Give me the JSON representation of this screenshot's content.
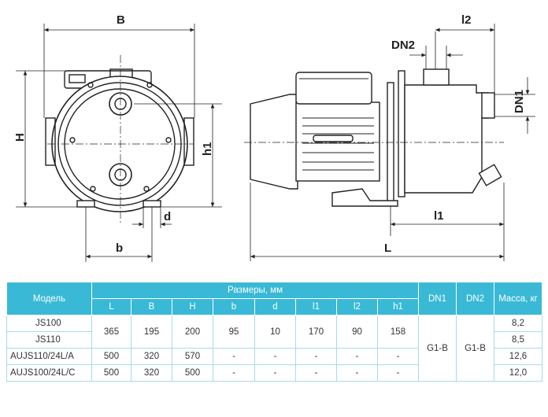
{
  "drawing": {
    "labels": {
      "B": "B",
      "H": "H",
      "h1": "h1",
      "d": "d",
      "b": "b",
      "DN2": "DN2",
      "l2": "l2",
      "DN1": "DN1",
      "l1": "l1",
      "L": "L"
    }
  },
  "table": {
    "model_header": "Модель",
    "dims_header": "Размеры, мм",
    "mass_header": "Масса, кг",
    "columns": [
      "L",
      "B",
      "H",
      "b",
      "d",
      "l1",
      "l2",
      "h1",
      "DN1",
      "DN2"
    ],
    "rows": [
      {
        "model": "JS100",
        "mass": "8,2"
      },
      {
        "model": "JS110",
        "mass": "8,5"
      },
      {
        "model": "AUJS110/24L/A",
        "mass": "12,6"
      },
      {
        "model": "AUJS100/24L/C",
        "mass": "12,0"
      }
    ],
    "js_values": [
      "365",
      "195",
      "200",
      "95",
      "10",
      "170",
      "90",
      "158"
    ],
    "a_values": [
      "500",
      "320",
      "570",
      "-",
      "-",
      "-",
      "-",
      "-"
    ],
    "c_values": [
      "500",
      "320",
      "500",
      "-",
      "-",
      "-",
      "-",
      "-"
    ],
    "dn1": "G1-B",
    "dn2": "G1-B"
  }
}
